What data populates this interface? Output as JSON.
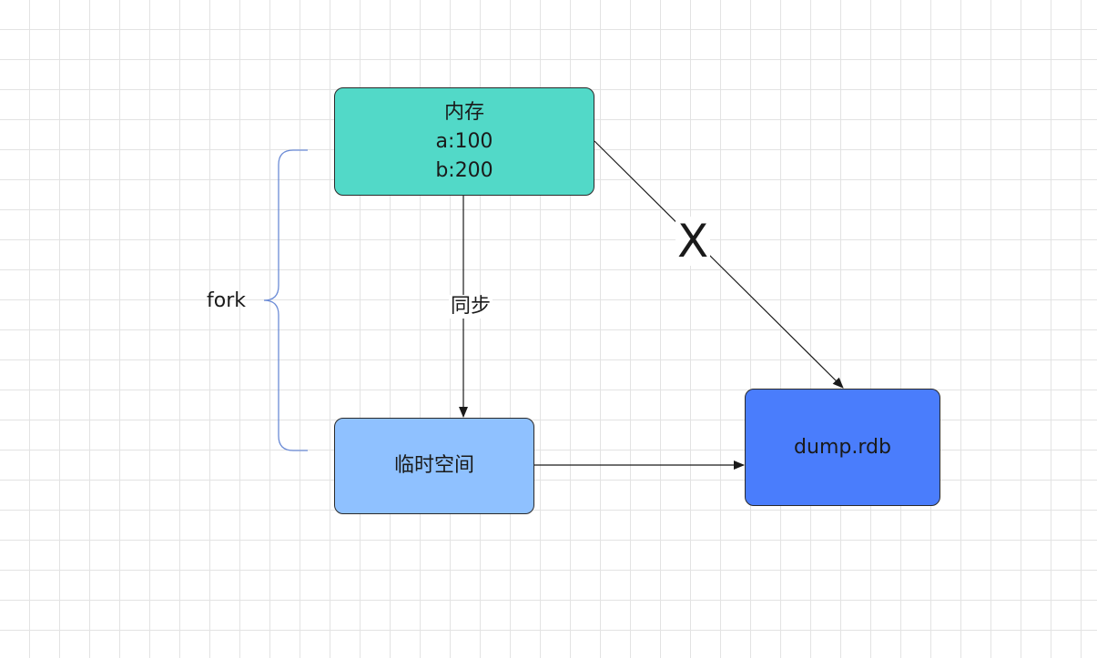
{
  "nodes": {
    "memory": {
      "title": "内存",
      "line_a": "a:100",
      "line_b": "b:200",
      "fill_color": "#52d9c8"
    },
    "temp_space": {
      "label": "临时空间",
      "fill_color": "#8fc1ff"
    },
    "dump": {
      "label": "dump.rdb",
      "fill_color": "#4a7dfc"
    }
  },
  "edges": {
    "memory_to_temp": {
      "label": "同步"
    },
    "memory_to_dump": {
      "label": "X"
    },
    "temp_to_dump": {
      "label": ""
    }
  },
  "brace": {
    "label": "fork",
    "color": "#6b8bd6"
  },
  "grid_color": "#e3e3e3"
}
